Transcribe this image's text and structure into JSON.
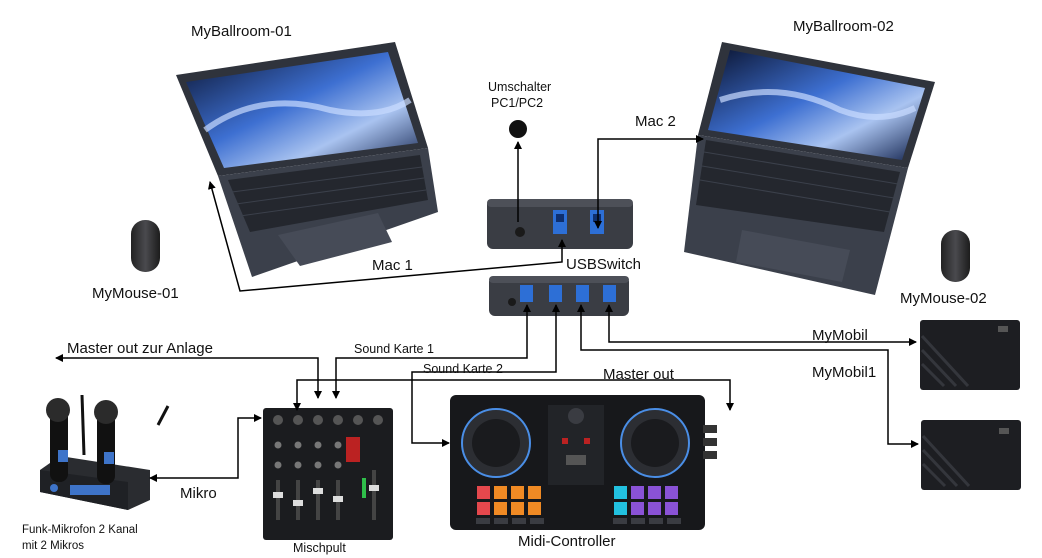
{
  "devices": {
    "laptop_left": "MyBallroom-01",
    "laptop_right": "MyBallroom-02",
    "mouse_left": "MyMouse-01",
    "mouse_right": "MyMouse-02",
    "switch_button": "Umschalter PC1/PC2",
    "switch_button_line1": "Umschalter",
    "switch_button_line2": "PC1/PC2",
    "usb_switch": "USBSwitch",
    "mixer": "Mischpult",
    "midi": "Midi-Controller",
    "mic_line1": "Funk-Mikrofon 2 Kanal",
    "mic_line2": "mit 2 Mikros"
  },
  "connections": {
    "mac1": "Mac 1",
    "mac2": "Mac 2",
    "master_out_anlage": "Master out zur Anlage",
    "sound_karte_1": "Sound Karte 1",
    "sound_karte_2": "Sound Karte 2",
    "master_out": "Master out",
    "mymobil": "MyMobil",
    "mymobil1": "MyMobil1",
    "mikro": "Mikro"
  },
  "colors": {
    "laptop_body": "#3a3f4b",
    "screen_blue": "#2a4e9e",
    "usb_blue": "#2d6fd6",
    "pad_red": "#e5484d",
    "pad_orange": "#f08a24",
    "pad_cyan": "#22c1e0",
    "pad_purple": "#8a52d6",
    "drive": "#1d1e22"
  }
}
